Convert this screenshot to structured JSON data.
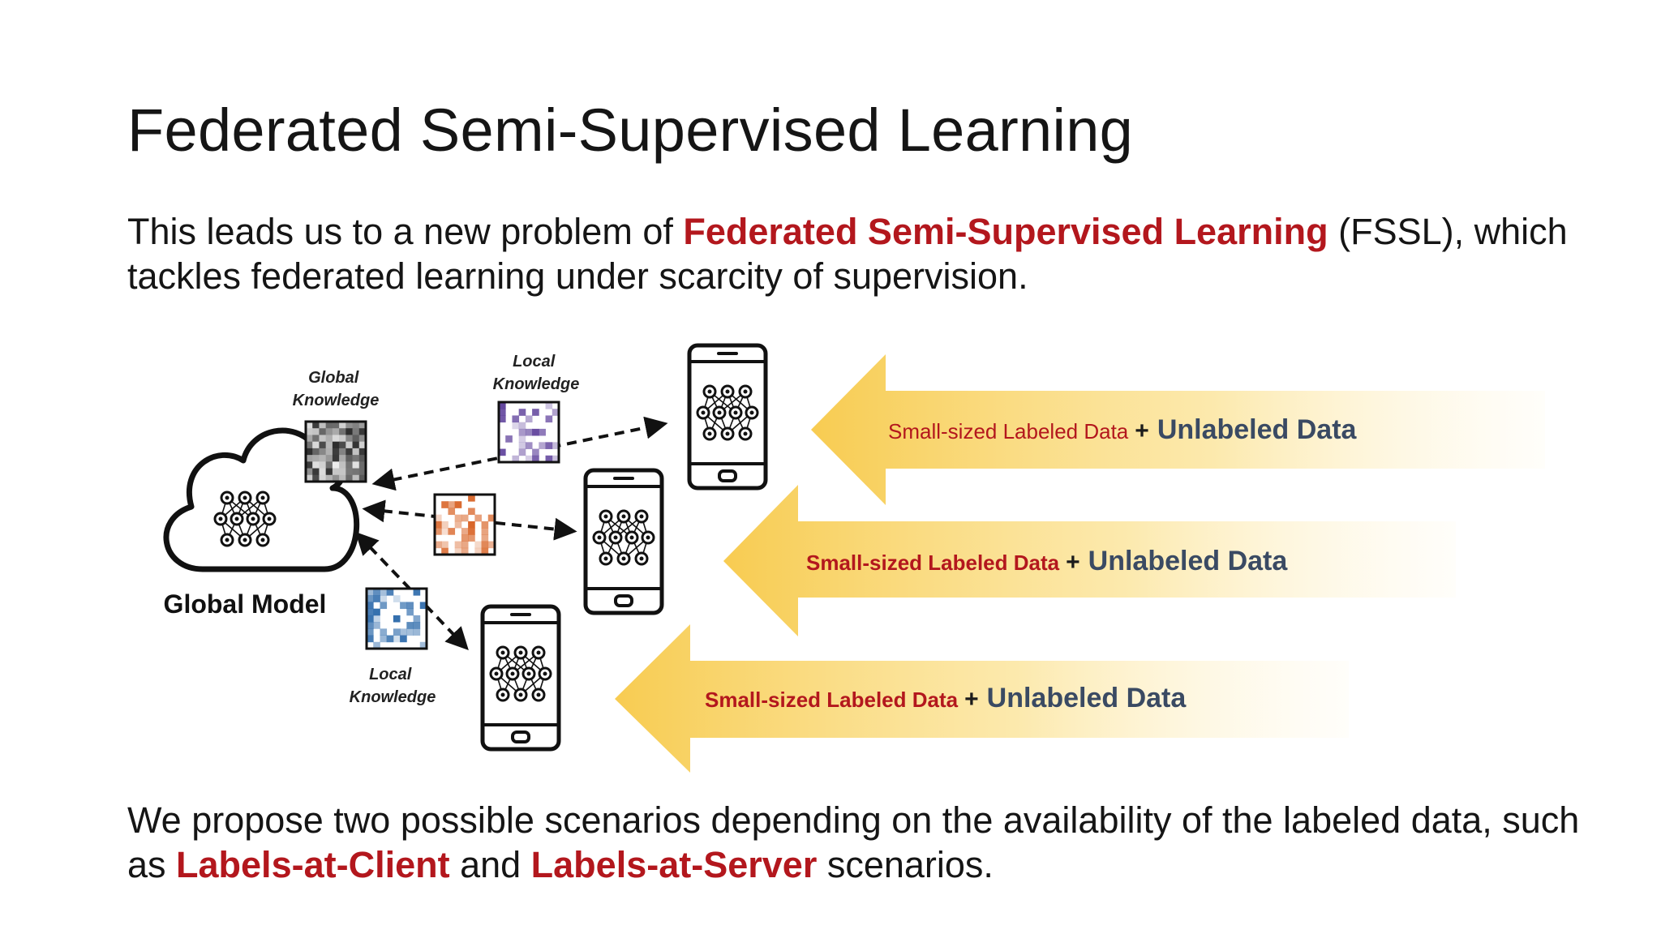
{
  "slide": {
    "title": "Federated Semi-Supervised Learning",
    "intro": {
      "before": "This leads us to a new problem of ",
      "highlight": "Federated Semi-Supervised Learning",
      "after": " (FSSL), which tackles federated learning under scarcity of supervision."
    },
    "conclusion": {
      "before": "We propose two possible scenarios depending on the availability of the labeled data, such as ",
      "highlight1": "Labels-at-Client",
      "middle": " and ",
      "highlight2": "Labels-at-Server",
      "after": " scenarios."
    }
  },
  "diagram": {
    "global_model_label": "Global Model",
    "global_knowledge_label": [
      "Global",
      "Knowledge"
    ],
    "local_knowledge_top_label": [
      "Local",
      "Knowledge"
    ],
    "local_knowledge_bottom_label": [
      "Local",
      "Knowledge"
    ],
    "arrows": [
      {
        "labeled": "Small-sized Labeled Data",
        "plus": "+",
        "unlabeled": "Unlabeled Data"
      },
      {
        "labeled": "Small-sized Labeled Data",
        "plus": "+",
        "unlabeled": "Unlabeled Data"
      },
      {
        "labeled": "Small-sized Labeled Data",
        "plus": "+",
        "unlabeled": "Unlabeled Data"
      }
    ],
    "colors": {
      "accent_red": "#b3171d",
      "arrow_gold": "#f7c948",
      "unlabeled_text": "#3a4a63",
      "global_knowledge": "#555555",
      "local_purple": "#5b3d99",
      "local_orange": "#d9662a",
      "local_blue": "#2e6bab"
    },
    "icons": [
      "cloud-icon",
      "neural-network-icon",
      "smartphone-icon",
      "knowledge-matrix-icon"
    ]
  }
}
